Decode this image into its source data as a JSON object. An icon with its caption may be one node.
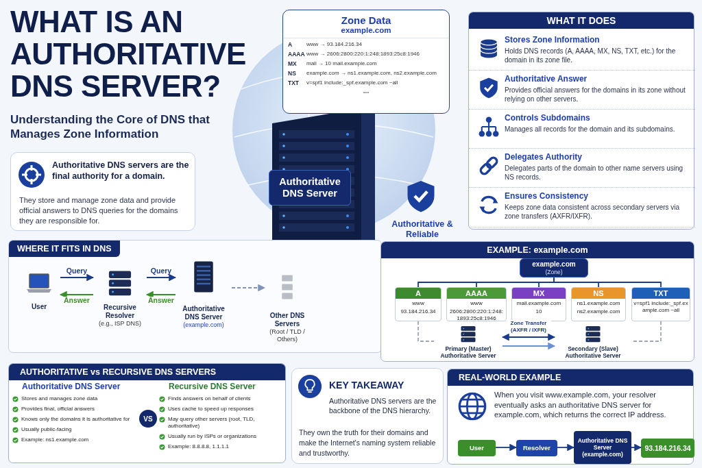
{
  "diagram": {
    "title": "WHAT IS AN AUTHORITATIVE DNS SERVER?",
    "nodes": [
      {
        "text": [
          "Authoritative DNS servers are the final authority for a domain.",
          "They store and manage zone data and provide official answers to DNS queries for the domains they are responsible for."
        ]
      },
      {
        "text": [
          "Zone Data",
          "example.com",
          "A",
          "www → 93.184.216.34",
          "AAAA",
          "www → 2606:2800:220:1:248:1893:25c8:1946",
          "MX",
          "mail → 10 mail.example.com",
          "NS",
          "example.com → ns1.example.com, ns2.example.com",
          "TXT",
          "v=spf1 include:_spf.example.com ~all",
          "..."
        ]
      },
      {
        "text": [
          "Authoritative DNS Server"
        ]
      },
      {
        "text": [
          "WHAT IT DOES"
        ]
      },
      {
        "text": [
          "Stores Zone Information",
          "Holds DNS records (A, AAAA, MX, NS, TXT, etc.) for the domain in its zone file."
        ],
        "in": 3
      },
      {
        "text": [
          "Authoritative Answer",
          "Provides official answers for the domains in its zone without relying on other servers."
        ],
        "in": 3
      },
      {
        "text": [
          "Controls Subdomains",
          "Manages all records for the domain and its subdomains."
        ],
        "in": 3
      },
      {
        "text": [
          "Delegates Authority",
          "Delegates parts of the domain to other name servers using NS records."
        ],
        "in": 3
      },
      {
        "text": [
          "Ensures Consistency",
          "Keeps zone data consistent across secondary servers via zone transfers (AXFR/IXFR)."
        ],
        "in": 3
      },
      {
        "text": [
          "WHERE IT FITS IN DNS"
        ]
      },
      {
        "text": [
          "User"
        ],
        "in": 9
      },
      {
        "text": [
          "Recursive Resolver",
          "(e.g., ISP DNS)"
        ],
        "in": 9
      },
      {
        "text": [
          "Authoritative DNS Server",
          "(example.com)"
        ],
        "in": 9
      },
      {
        "text": [
          "Other DNS Servers",
          "(Root / TLD / Others)"
        ],
        "in": 9
      },
      {
        "text": [
          "EXAMPLE: example.com"
        ]
      },
      {
        "text": [
          "example.com",
          "(Zone)"
        ],
        "in": 14
      },
      {
        "text": [
          "A",
          "www",
          "93.184.216.34"
        ],
        "in": 14
      },
      {
        "text": [
          "AAAA",
          "www",
          "2606:2800:220:1:248:1893:25c8:1946"
        ],
        "in": 14
      },
      {
        "text": [
          "MX",
          "mail.example.com",
          "10"
        ],
        "in": 14
      },
      {
        "text": [
          "NS",
          "ns1.example.com",
          "ns2.example.com"
        ],
        "in": 14
      },
      {
        "text": [
          "TXT",
          "v=spf1 include:_spf.example.com ~all"
        ],
        "in": 14
      },
      {
        "text": [
          "Primary (Master) Authoritative Server"
        ],
        "in": 14
      },
      {
        "text": [
          "Secondary (Slave) Authoritative Server"
        ],
        "in": 14
      },
      {
        "text": [
          "AUTHORITATIVE vs RECURSIVE DNS SERVERS"
        ]
      },
      {
        "text": [
          "Authoritative DNS Server",
          "Stores and manages zone data",
          "Provides final, official answers",
          "Knows only the domains it is authoritative for",
          "Usually public-facing",
          "Example: ns1.example.com"
        ],
        "in": 23
      },
      {
        "text": [
          "VS"
        ],
        "in": 23
      },
      {
        "text": [
          "Recursive DNS Server",
          "Finds answers on behalf of clients",
          "Uses cache to speed up responses",
          "May query other servers (root, TLD, authoritative)",
          "Usually run by ISPs or organizations",
          "Example: 8.8.8.8, 1.1.1.1"
        ],
        "in": 23
      },
      {
        "text": [
          "KEY TAKEAWAY",
          "Authoritative DNS servers are the backbone of the DNS hierarchy.",
          "They own the truth for their domains and make the Internet's naming system reliable and trustworthy."
        ]
      },
      {
        "text": [
          "REAL-WORLD EXAMPLE",
          "When you visit www.example.com, your resolver eventually asks an authoritative DNS server for example.com, which returns the correct IP address."
        ]
      },
      {
        "text": [
          "User"
        ],
        "in": 28
      },
      {
        "text": [
          "Resolver"
        ],
        "in": 28
      },
      {
        "text": [
          "Authoritative DNS Server (example.com)"
        ],
        "in": 28
      },
      {
        "text": [
          "93.184.216.34"
        ],
        "in": 28
      }
    ],
    "edges": [
      {
        "from": 10,
        "to": 11,
        "arrow": "to",
        "label": "Query"
      },
      {
        "from": 11,
        "to": 12,
        "arrow": "to",
        "label": "Query"
      },
      {
        "from": 12,
        "to": 11,
        "arrow": "to",
        "label": "Answer",
        "color": "#3a8f2a"
      },
      {
        "from": 11,
        "to": 10,
        "arrow": "to",
        "label": "Answer",
        "color": "#3a8f2a"
      },
      {
        "from": 12,
        "to": 13,
        "arrow": "to",
        "style": "dashed",
        "color": "#7f93b8"
      },
      {
        "from": 15,
        "to": 16,
        "arrow": "none"
      },
      {
        "from": 15,
        "to": 17,
        "arrow": "none"
      },
      {
        "from": 15,
        "to": 18,
        "arrow": "none"
      },
      {
        "from": 15,
        "to": 19,
        "arrow": "none"
      },
      {
        "from": 15,
        "to": 20,
        "arrow": "none"
      },
      {
        "from": 21,
        "to": 22,
        "arrow": "both",
        "label": "Zone Transfer (AXFR / IXFR)"
      },
      {
        "from": 21,
        "to": 22,
        "arrow": "to",
        "color": "#6a8fd8"
      },
      {
        "from": 16,
        "to": 21,
        "arrow": "none",
        "style": "dashed",
        "color": "#9aa6b8"
      },
      {
        "from": 20,
        "to": 22,
        "arrow": "none",
        "style": "dashed",
        "color": "#9aa6b8"
      },
      {
        "from": 29,
        "to": 30,
        "arrow": "to"
      },
      {
        "from": 30,
        "to": 31,
        "arrow": "to"
      },
      {
        "from": 31,
        "to": 32,
        "arrow": "to"
      }
    ],
    "labels": [
      "Understanding the Core of DNS that Manages Zone Information",
      "Authoritative & Reliable"
    ]
  }
}
